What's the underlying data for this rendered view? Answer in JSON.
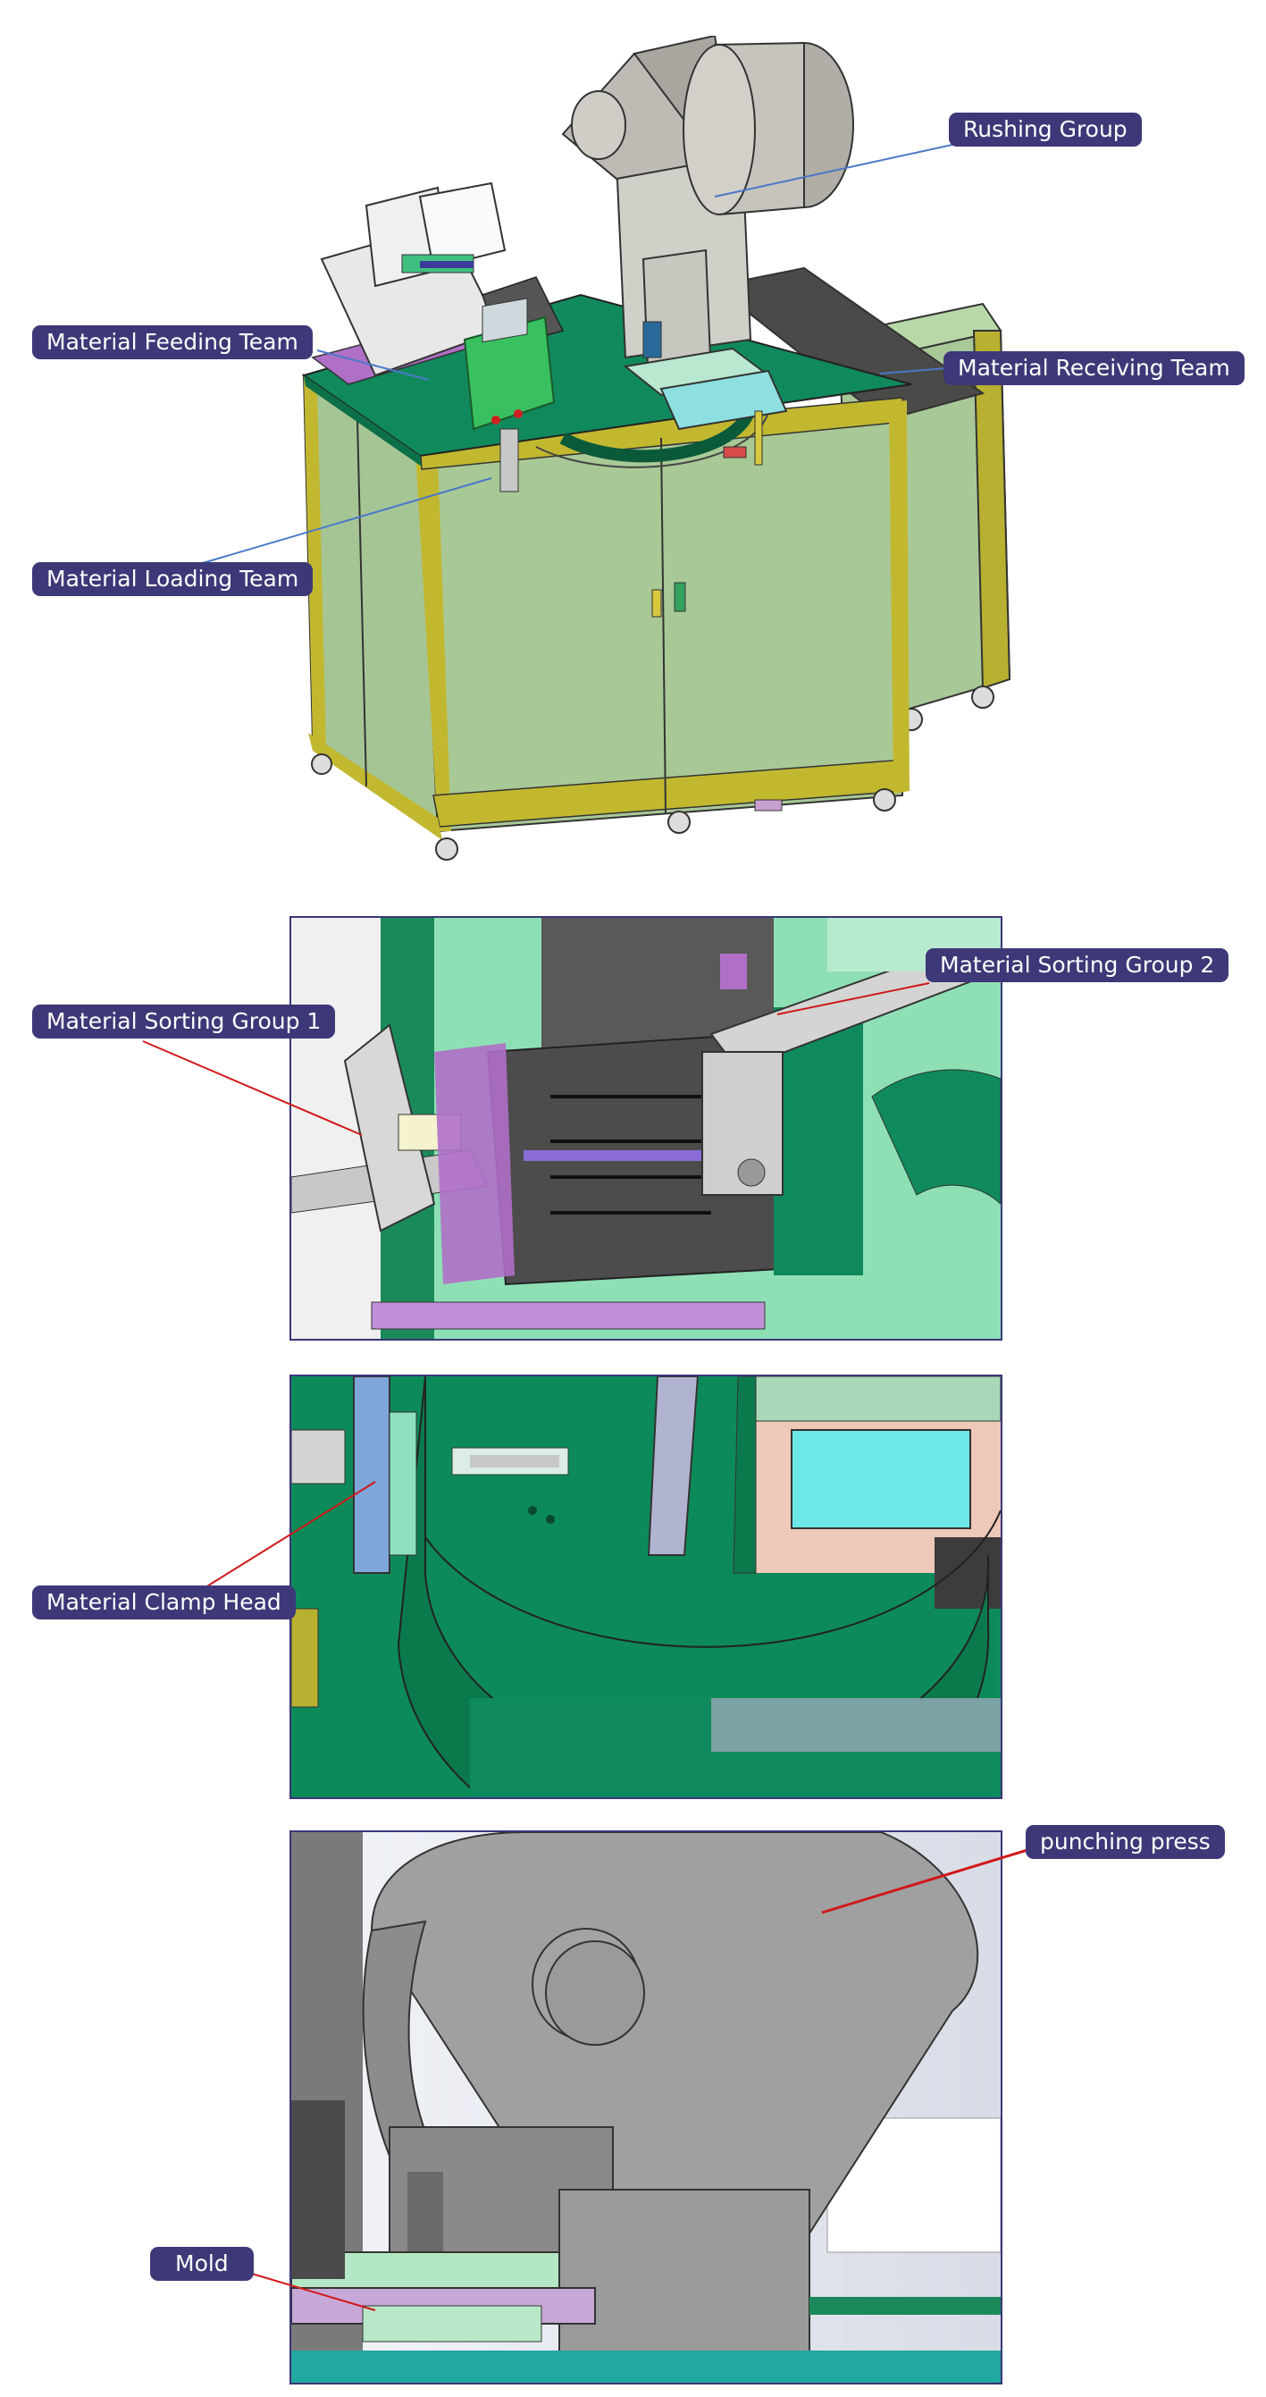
{
  "labels": {
    "rushing_group": "Rushing Group",
    "material_feeding_team": "Material Feeding Team",
    "material_receiving_team": "Material Receiving Team",
    "material_loading_team": "Material Loading Team",
    "material_sorting_group_1": "Material Sorting Group 1",
    "material_sorting_group_2": "Material Sorting Group 2",
    "material_clamp_head": "Material Clamp Head",
    "punching_press": "punching press",
    "mold": "Mold"
  },
  "colors": {
    "label_background": "#3d3877",
    "label_text": "#ffffff",
    "panel_border": "#3a3678",
    "leader_blue": "#4a78c8",
    "leader_red": "#d01818",
    "machine_green_top": "#108a5c",
    "cabinet_panel": "#a8c896",
    "frame_yellow": "#b8b030",
    "press_gray": "#9a9a9a"
  },
  "sections": [
    {
      "name": "machine-overview",
      "labels": [
        "Rushing Group",
        "Material Feeding Team",
        "Material Receiving Team",
        "Material Loading Team"
      ]
    },
    {
      "name": "sorting-detail",
      "labels": [
        "Material Sorting Group 1",
        "Material Sorting Group 2"
      ]
    },
    {
      "name": "clamp-detail",
      "labels": [
        "Material Clamp Head"
      ]
    },
    {
      "name": "press-detail",
      "labels": [
        "punching press",
        "Mold"
      ]
    }
  ]
}
